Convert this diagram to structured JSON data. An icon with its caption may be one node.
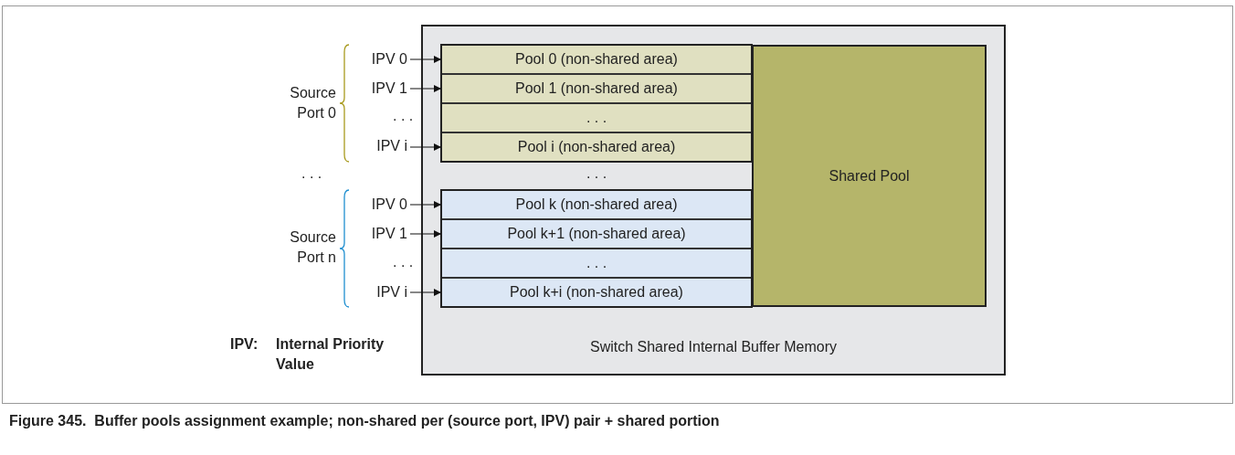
{
  "diagram": {
    "caption": "Figure 345.  Buffer pools assignment example; non-shared per (source port, IPV) pair + shared portion",
    "nodes": [
      {
        "text": [
          "Switch Shared Internal Buffer Memory"
        ]
      },
      {
        "text": [
          "Pool 0 (non-shared area)"
        ],
        "in": 0
      },
      {
        "text": [
          "Pool 1 (non-shared area)"
        ],
        "in": 0
      },
      {
        "text": [
          ". . ."
        ],
        "in": 0
      },
      {
        "text": [
          "Pool i (non-shared area)"
        ],
        "in": 0
      },
      {
        "text": [
          "Pool k (non-shared area)"
        ],
        "in": 0
      },
      {
        "text": [
          "Pool k+1 (non-shared area)"
        ],
        "in": 0
      },
      {
        "text": [
          ". . ."
        ],
        "in": 0
      },
      {
        "text": [
          "Pool k+i (non-shared area)"
        ],
        "in": 0
      },
      {
        "text": [
          "Shared Pool"
        ],
        "in": 0
      },
      {
        "text": [
          "IPV 0"
        ]
      },
      {
        "text": [
          "IPV 1"
        ]
      },
      {
        "text": [
          "IPV i"
        ]
      },
      {
        "text": [
          "IPV 0"
        ]
      },
      {
        "text": [
          "IPV 1"
        ]
      },
      {
        "text": [
          "IPV i"
        ]
      }
    ],
    "edges": [
      {
        "from": 10,
        "to": 1,
        "arrow": "to"
      },
      {
        "from": 11,
        "to": 2,
        "arrow": "to"
      },
      {
        "from": 12,
        "to": 4,
        "arrow": "to"
      },
      {
        "from": 13,
        "to": 5,
        "arrow": "to"
      },
      {
        "from": 14,
        "to": 6,
        "arrow": "to"
      },
      {
        "from": 15,
        "to": 8,
        "arrow": "to"
      }
    ],
    "labels": [
      "Source Port 0",
      ". . .",
      ". . .",
      ". . .",
      "Source Port n",
      ". . .",
      "IPV:",
      "Internal Priority Value"
    ]
  }
}
